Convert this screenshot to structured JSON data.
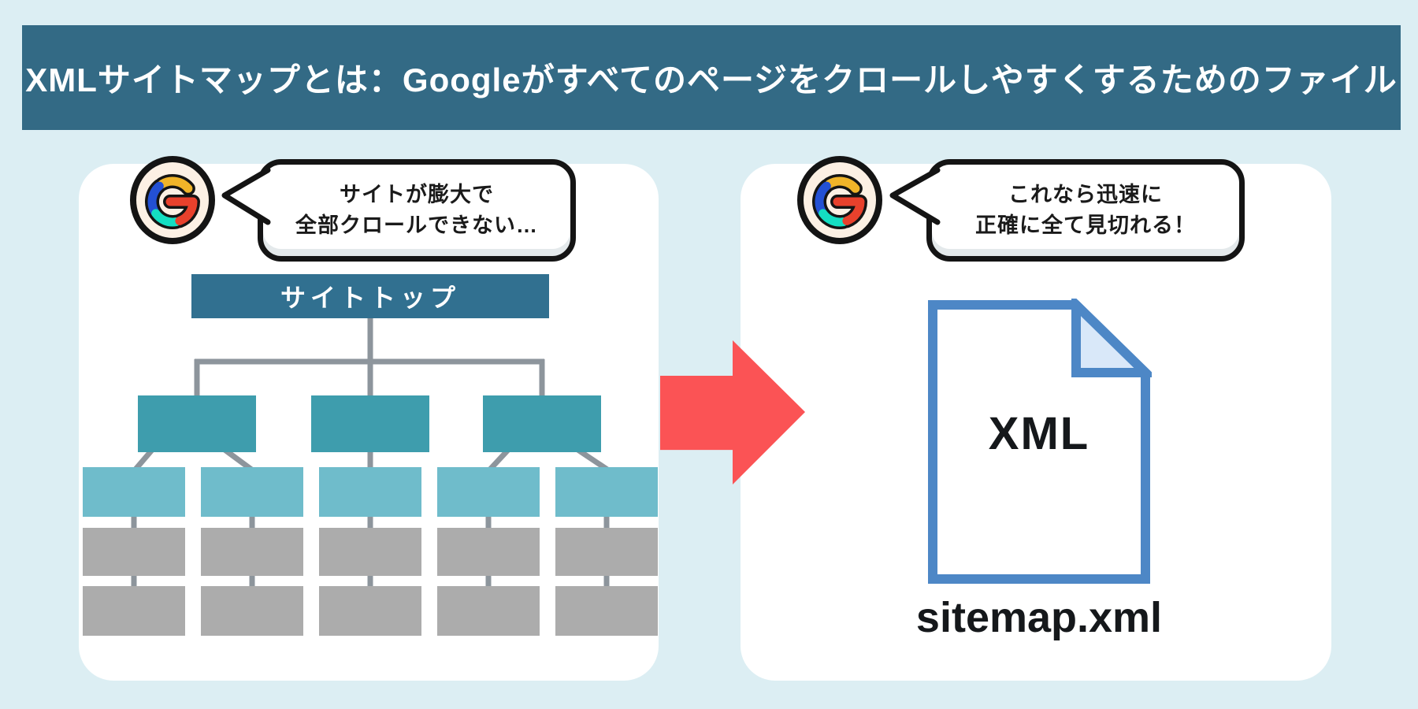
{
  "header": {
    "title": "XMLサイトマップとは：Googleがすべてのページをクロールしやすくするためのファイル"
  },
  "left_panel": {
    "icon": "google-g-logo",
    "bubble": {
      "line1": "サイトが膨大で",
      "line2": "全部クロールできない…"
    },
    "tree": {
      "root_label": "サイトトップ",
      "level2_count": 3,
      "level3_count": 5,
      "level4_count": 5,
      "level5_count": 5
    }
  },
  "arrow": {
    "icon": "right-arrow"
  },
  "right_panel": {
    "icon": "google-g-logo",
    "bubble": {
      "line1": "これなら迅速に",
      "line2": "正確に全て見切れる！"
    },
    "file": {
      "type_label": "XML",
      "filename": "sitemap.xml"
    }
  },
  "colors": {
    "background": "#DCEEF3",
    "header_bg": "#336A85",
    "header_text": "#FFFFFF",
    "card_bg": "#FFFFFF",
    "arrow": "#FB5355",
    "tree_root": "#317090",
    "tree_level2": "#3E9DAD",
    "tree_level3": "#6FBCCB",
    "tree_level4": "#ACACAC",
    "connector": "#8D959C",
    "bubble_border": "#141414",
    "bubble_bg": "#FFFFFF",
    "file_border": "#4D87C6",
    "file_fold": "#D9E8F9",
    "g_logo": {
      "ring": "#141414",
      "bg": "#FCF0E4",
      "yellow": "#F0B429",
      "blue": "#2350D4",
      "teal": "#14DEC2",
      "red": "#E8412C"
    }
  }
}
